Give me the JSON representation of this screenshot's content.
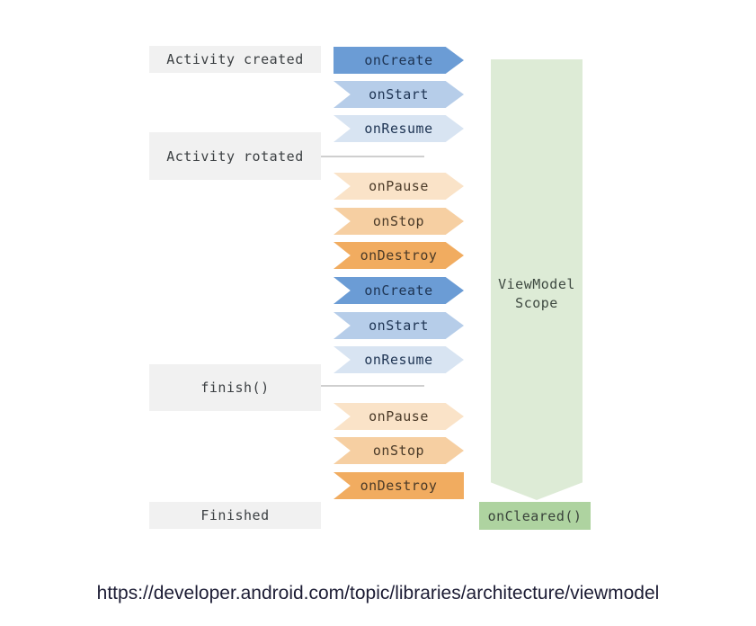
{
  "palette": {
    "blue_strong": "#6b9cd5",
    "blue_medium": "#b6cde9",
    "blue_light": "#d8e4f2",
    "peach_light": "#fae3c8",
    "peach_medium": "#f6cfa2",
    "orange": "#f1ac60",
    "green_column": "#ddebd6",
    "green_box": "#aed3a0",
    "stage_box_bg": "#f1f1f1",
    "connector_line": "#cfcfcf",
    "text_navy": "#1e3453",
    "text_dark": "#4a3a28",
    "text_gray": "#3c4043"
  },
  "stages": [
    {
      "label": "Activity created"
    },
    {
      "label": "Activity rotated"
    },
    {
      "label": "finish()"
    },
    {
      "label": "Finished"
    }
  ],
  "lifecycle": {
    "arrows": [
      {
        "label": "onCreate"
      },
      {
        "label": "onStart"
      },
      {
        "label": "onResume"
      },
      {
        "label": "onPause"
      },
      {
        "label": "onStop"
      },
      {
        "label": "onDestroy"
      },
      {
        "label": "onCreate"
      },
      {
        "label": "onStart"
      },
      {
        "label": "onResume"
      },
      {
        "label": "onPause"
      },
      {
        "label": "onStop"
      },
      {
        "label": "onDestroy"
      }
    ]
  },
  "viewmodel": {
    "scope_label": "ViewModel Scope",
    "cleared_label": "onCleared()"
  },
  "footer": {
    "url": "https://developer.android.com/topic/libraries/architecture/viewmodel"
  }
}
